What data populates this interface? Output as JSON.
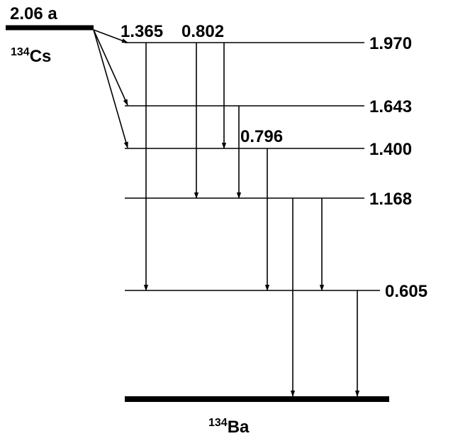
{
  "parent": {
    "half_life": "2.06 a",
    "mass_number": "134",
    "symbol": "Cs"
  },
  "daughter": {
    "mass_number": "134",
    "symbol": "Ba"
  },
  "levels": [
    {
      "energy": "1.970"
    },
    {
      "energy": "1.643"
    },
    {
      "energy": "1.400"
    },
    {
      "energy": "1.168"
    },
    {
      "energy": "0.605"
    }
  ],
  "gamma_labels": [
    {
      "energy": "1.365"
    },
    {
      "energy": "0.802"
    },
    {
      "energy": "0.796"
    }
  ],
  "beta_feeds": [
    {
      "to_level": "1.970"
    },
    {
      "to_level": "1.643"
    },
    {
      "to_level": "1.400"
    }
  ],
  "gamma_transitions": [
    {
      "from": "1.970",
      "to": "0.605",
      "label": "1.365"
    },
    {
      "from": "1.970",
      "to": "1.168",
      "label": "0.802"
    },
    {
      "from": "1.970",
      "to": "1.400"
    },
    {
      "from": "1.643",
      "to": "1.168"
    },
    {
      "from": "1.400",
      "to": "0.605",
      "label": "0.796"
    },
    {
      "from": "1.168",
      "to": "0.000"
    },
    {
      "from": "1.168",
      "to": "0.605"
    },
    {
      "from": "0.605",
      "to": "0.000"
    }
  ]
}
